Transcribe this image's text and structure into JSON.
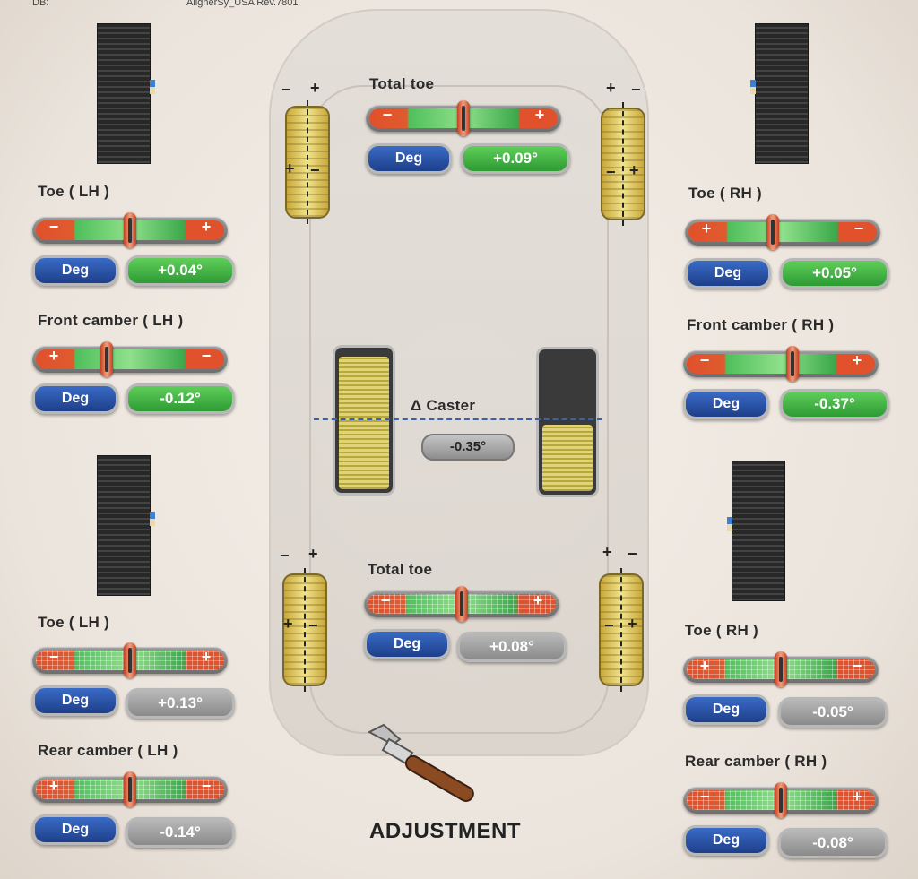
{
  "header": {
    "left": "DB:",
    "center": "AlignerSy_USA Rev.7801"
  },
  "title": "ADJUSTMENT",
  "units_label": "Deg",
  "front": {
    "total_toe": {
      "label": "Total toe",
      "left_sign": "−",
      "right_sign": "+",
      "value": "+0.09°",
      "indicator": 0.5
    },
    "toe_lh": {
      "label": "Toe ( LH )",
      "left_sign": "−",
      "right_sign": "+",
      "value": "+0.04°",
      "indicator": 0.5
    },
    "toe_rh": {
      "label": "Toe ( RH )",
      "left_sign": "+",
      "right_sign": "−",
      "value": "+0.05°",
      "indicator": 0.45
    },
    "camber_lh": {
      "label": "Front camber ( LH )",
      "left_sign": "+",
      "right_sign": "−",
      "value": "-0.12°",
      "indicator": 0.38
    },
    "camber_rh": {
      "label": "Front camber ( RH )",
      "left_sign": "−",
      "right_sign": "+",
      "value": "-0.37°",
      "indicator": 0.56
    }
  },
  "caster": {
    "label": "Δ Caster",
    "value": "-0.35°"
  },
  "rear": {
    "total_toe": {
      "label": "Total toe",
      "left_sign": "−",
      "right_sign": "+",
      "value": "+0.08°",
      "indicator": 0.5
    },
    "toe_lh": {
      "label": "Toe ( LH )",
      "left_sign": "−",
      "right_sign": "+",
      "value": "+0.13°",
      "indicator": 0.5
    },
    "toe_rh": {
      "label": "Toe ( RH )",
      "left_sign": "+",
      "right_sign": "−",
      "value": "-0.05°",
      "indicator": 0.5
    },
    "camber_lh": {
      "label": "Rear camber ( LH )",
      "left_sign": "+",
      "right_sign": "−",
      "value": "-0.14°",
      "indicator": 0.5
    },
    "camber_rh": {
      "label": "Rear camber ( RH )",
      "left_sign": "−",
      "right_sign": "+",
      "value": "-0.08°",
      "indicator": 0.5
    }
  },
  "wheel_marks": {
    "plus": "+",
    "minus": "−"
  },
  "colors": {
    "in_range": "#3aa84a",
    "out_of_range": "#e0512c",
    "deg": "#1d3f8a",
    "grey_value": "#8a8a8a"
  },
  "icons": [
    "wrench-icon",
    "tire-tread-icon",
    "wheel-icon",
    "caster-gauge-icon"
  ]
}
